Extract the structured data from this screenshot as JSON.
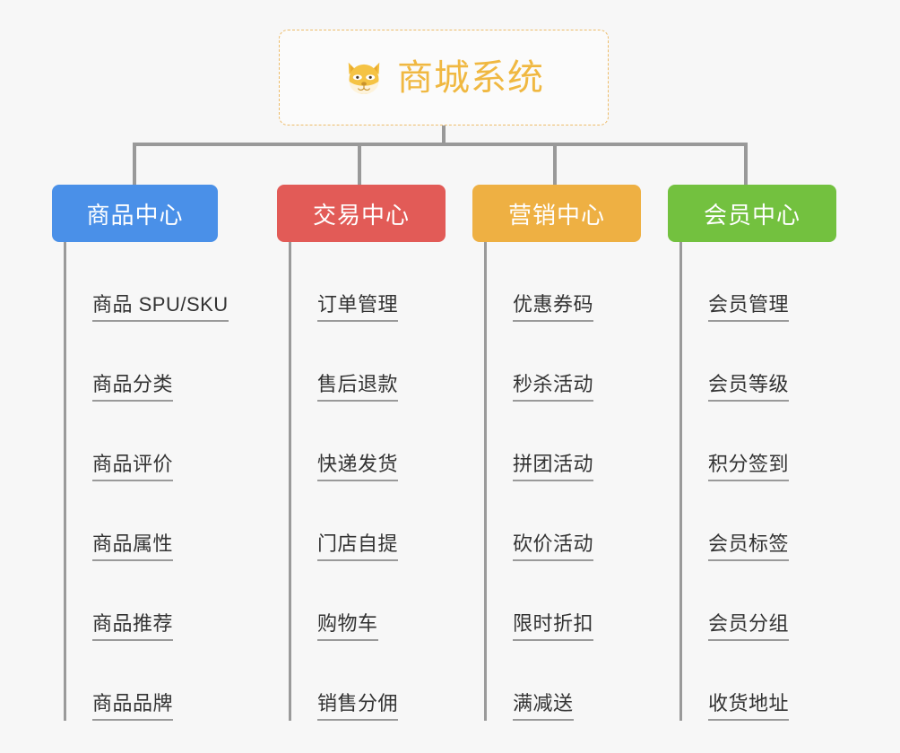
{
  "root": {
    "title": "商城系统",
    "icon": "shiba-dog-face-emoji",
    "border_color": "#edbc6a",
    "title_color": "#f0b841"
  },
  "connector_color": "#999999",
  "canvas": {
    "background": "#f7f7f7"
  },
  "branches": [
    {
      "id": "product-center",
      "label": "商品中心",
      "color": "#4a90e8",
      "items": [
        "商品 SPU/SKU",
        "商品分类",
        "商品评价",
        "商品属性",
        "商品推荐",
        "商品品牌"
      ]
    },
    {
      "id": "trade-center",
      "label": "交易中心",
      "color": "#e25b57",
      "items": [
        "订单管理",
        "售后退款",
        "快递发货",
        "门店自提",
        "购物车",
        "销售分佣"
      ]
    },
    {
      "id": "marketing-center",
      "label": "营销中心",
      "color": "#eeb043",
      "items": [
        "优惠券码",
        "秒杀活动",
        "拼团活动",
        "砍价活动",
        "限时折扣",
        "满减送"
      ]
    },
    {
      "id": "member-center",
      "label": "会员中心",
      "color": "#73c13f",
      "items": [
        "会员管理",
        "会员等级",
        "积分签到",
        "会员标签",
        "会员分组",
        "收货地址"
      ]
    }
  ]
}
